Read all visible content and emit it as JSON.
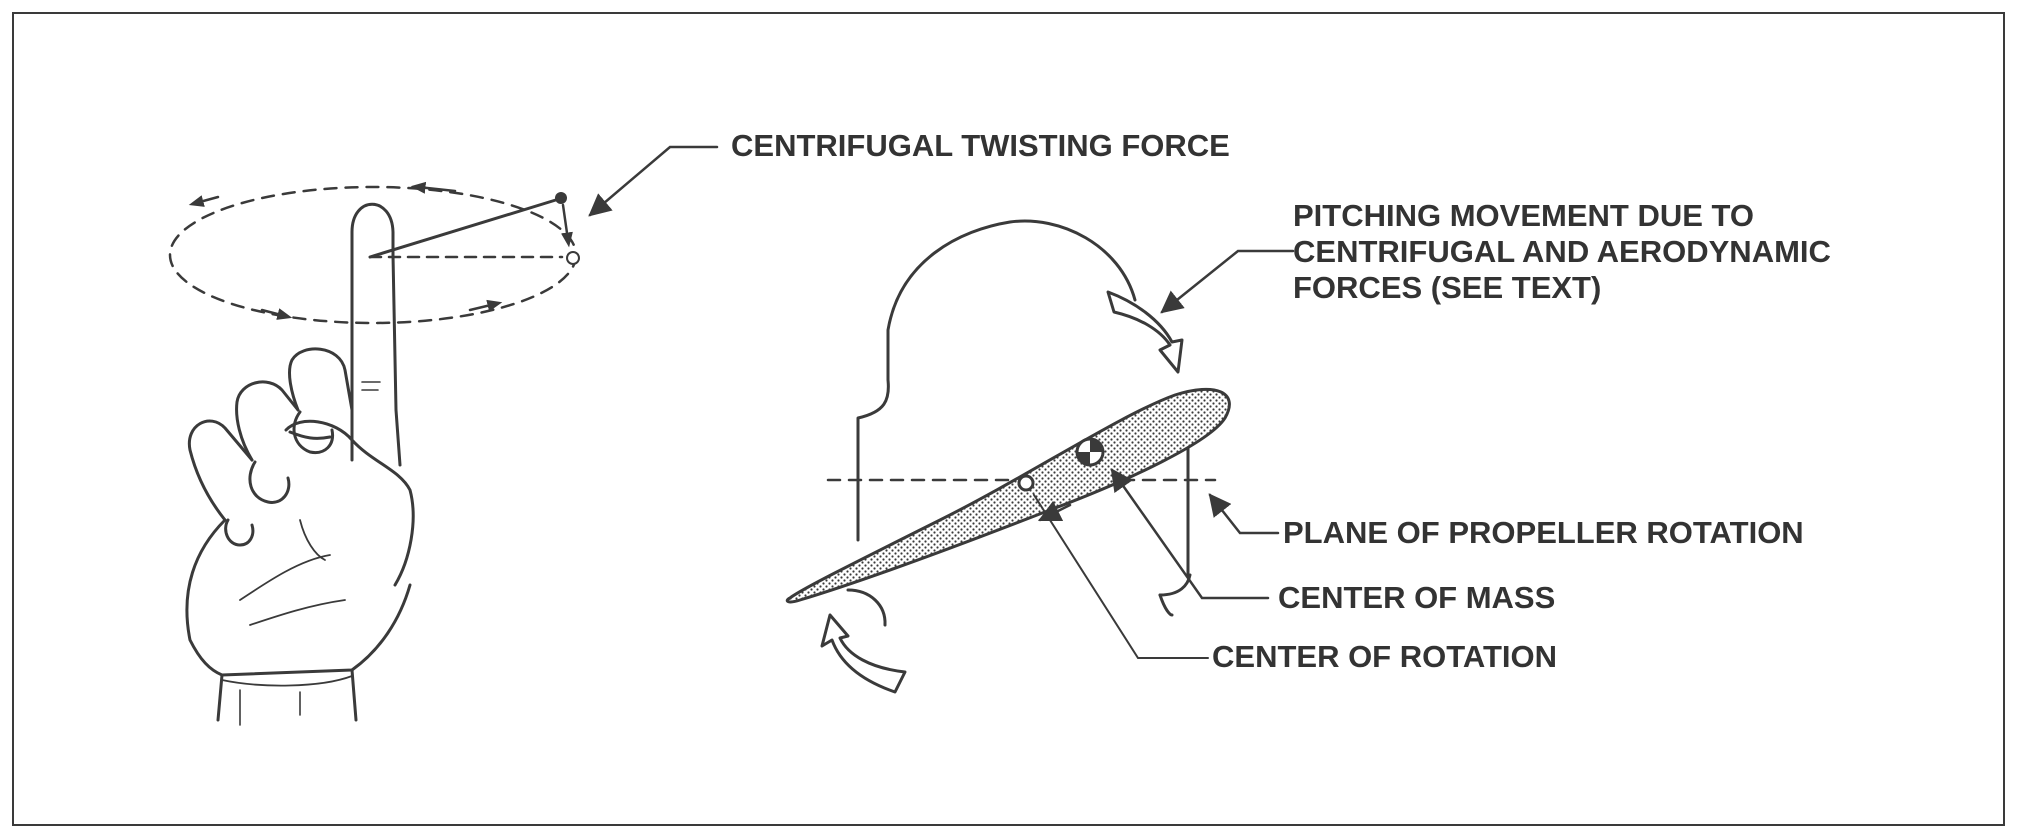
{
  "labels": {
    "centrifugal_twisting_force": "CENTRIFUGAL TWISTING FORCE",
    "pitching_movement": [
      "PITCHING MOVEMENT DUE TO",
      "CENTRIFUGAL AND AERODYNAMIC",
      "FORCES (SEE TEXT)"
    ],
    "plane_of_rotation": "PLANE OF PROPELLER ROTATION",
    "center_of_mass": "CENTER OF MASS",
    "center_of_rotation": "CENTER OF ROTATION"
  },
  "colors": {
    "ink": "#3a3a3a",
    "text": "#333333",
    "background": "#ffffff"
  },
  "icons": [
    "hand-illustration",
    "propeller-blade-section",
    "curved-arrow-icon",
    "leader-arrow-icon"
  ]
}
